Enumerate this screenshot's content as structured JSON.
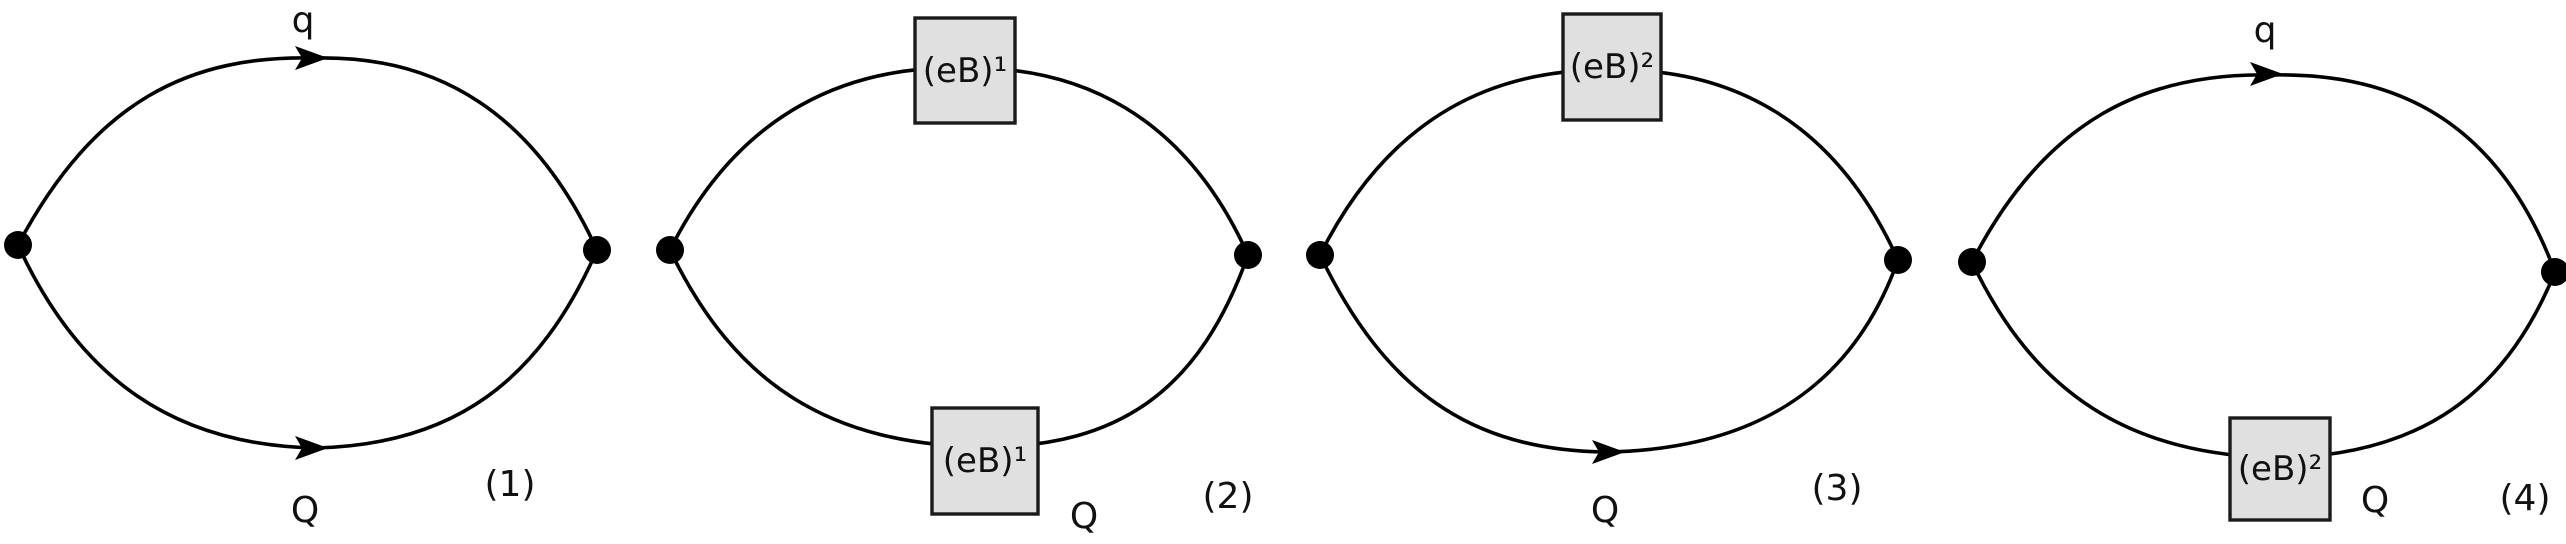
{
  "diagrams": [
    {
      "number": "(1)",
      "top_label": "q",
      "bottom_label": "Q",
      "top_insertion": "",
      "bottom_insertion": ""
    },
    {
      "number": "(2)",
      "top_label": "",
      "bottom_label": "Q",
      "top_insertion": "(eB)¹",
      "bottom_insertion": "(eB)¹"
    },
    {
      "number": "(3)",
      "top_label": "",
      "bottom_label": "Q",
      "top_insertion": "(eB)²",
      "bottom_insertion": ""
    },
    {
      "number": "(4)",
      "top_label": "q",
      "bottom_label": "Q",
      "top_insertion": "",
      "bottom_insertion": "(eB)²"
    }
  ]
}
